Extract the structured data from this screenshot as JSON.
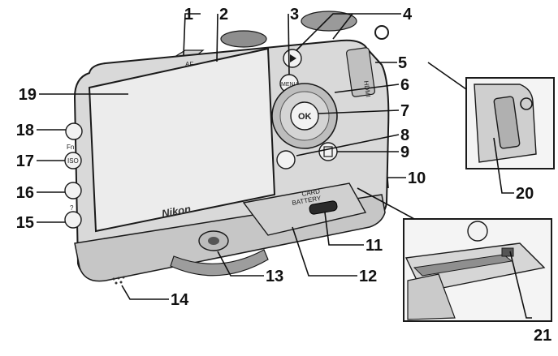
{
  "callouts": [
    {
      "id": "1",
      "text": "1"
    },
    {
      "id": "2",
      "text": "2"
    },
    {
      "id": "3",
      "text": "3"
    },
    {
      "id": "4",
      "text": "4"
    },
    {
      "id": "5",
      "text": "5"
    },
    {
      "id": "6",
      "text": "6"
    },
    {
      "id": "7",
      "text": "7"
    },
    {
      "id": "8",
      "text": "8"
    },
    {
      "id": "9",
      "text": "9"
    },
    {
      "id": "10",
      "text": "10"
    },
    {
      "id": "11",
      "text": "11"
    },
    {
      "id": "12",
      "text": "12"
    },
    {
      "id": "13",
      "text": "13"
    },
    {
      "id": "14",
      "text": "14"
    },
    {
      "id": "15",
      "text": "15"
    },
    {
      "id": "16",
      "text": "16"
    },
    {
      "id": "17",
      "text": "17"
    },
    {
      "id": "18",
      "text": "18"
    },
    {
      "id": "19",
      "text": "19"
    },
    {
      "id": "20",
      "text": "20"
    },
    {
      "id": "21",
      "text": "21"
    }
  ],
  "camera": {
    "brand": "Nikon",
    "ok_label": "OK",
    "menu_label": "MENU",
    "iso_label": "ISO",
    "fn_label": "Fn",
    "af_label": "AF",
    "hdmi_label": "HDMI",
    "door_card_label": "CARD",
    "door_battery_label": "BATTERY",
    "help_label": "?"
  },
  "colors": {
    "body": "#d9d9d9",
    "outline": "#1a1a1a",
    "screen": "#ececec",
    "text": "#111111"
  }
}
